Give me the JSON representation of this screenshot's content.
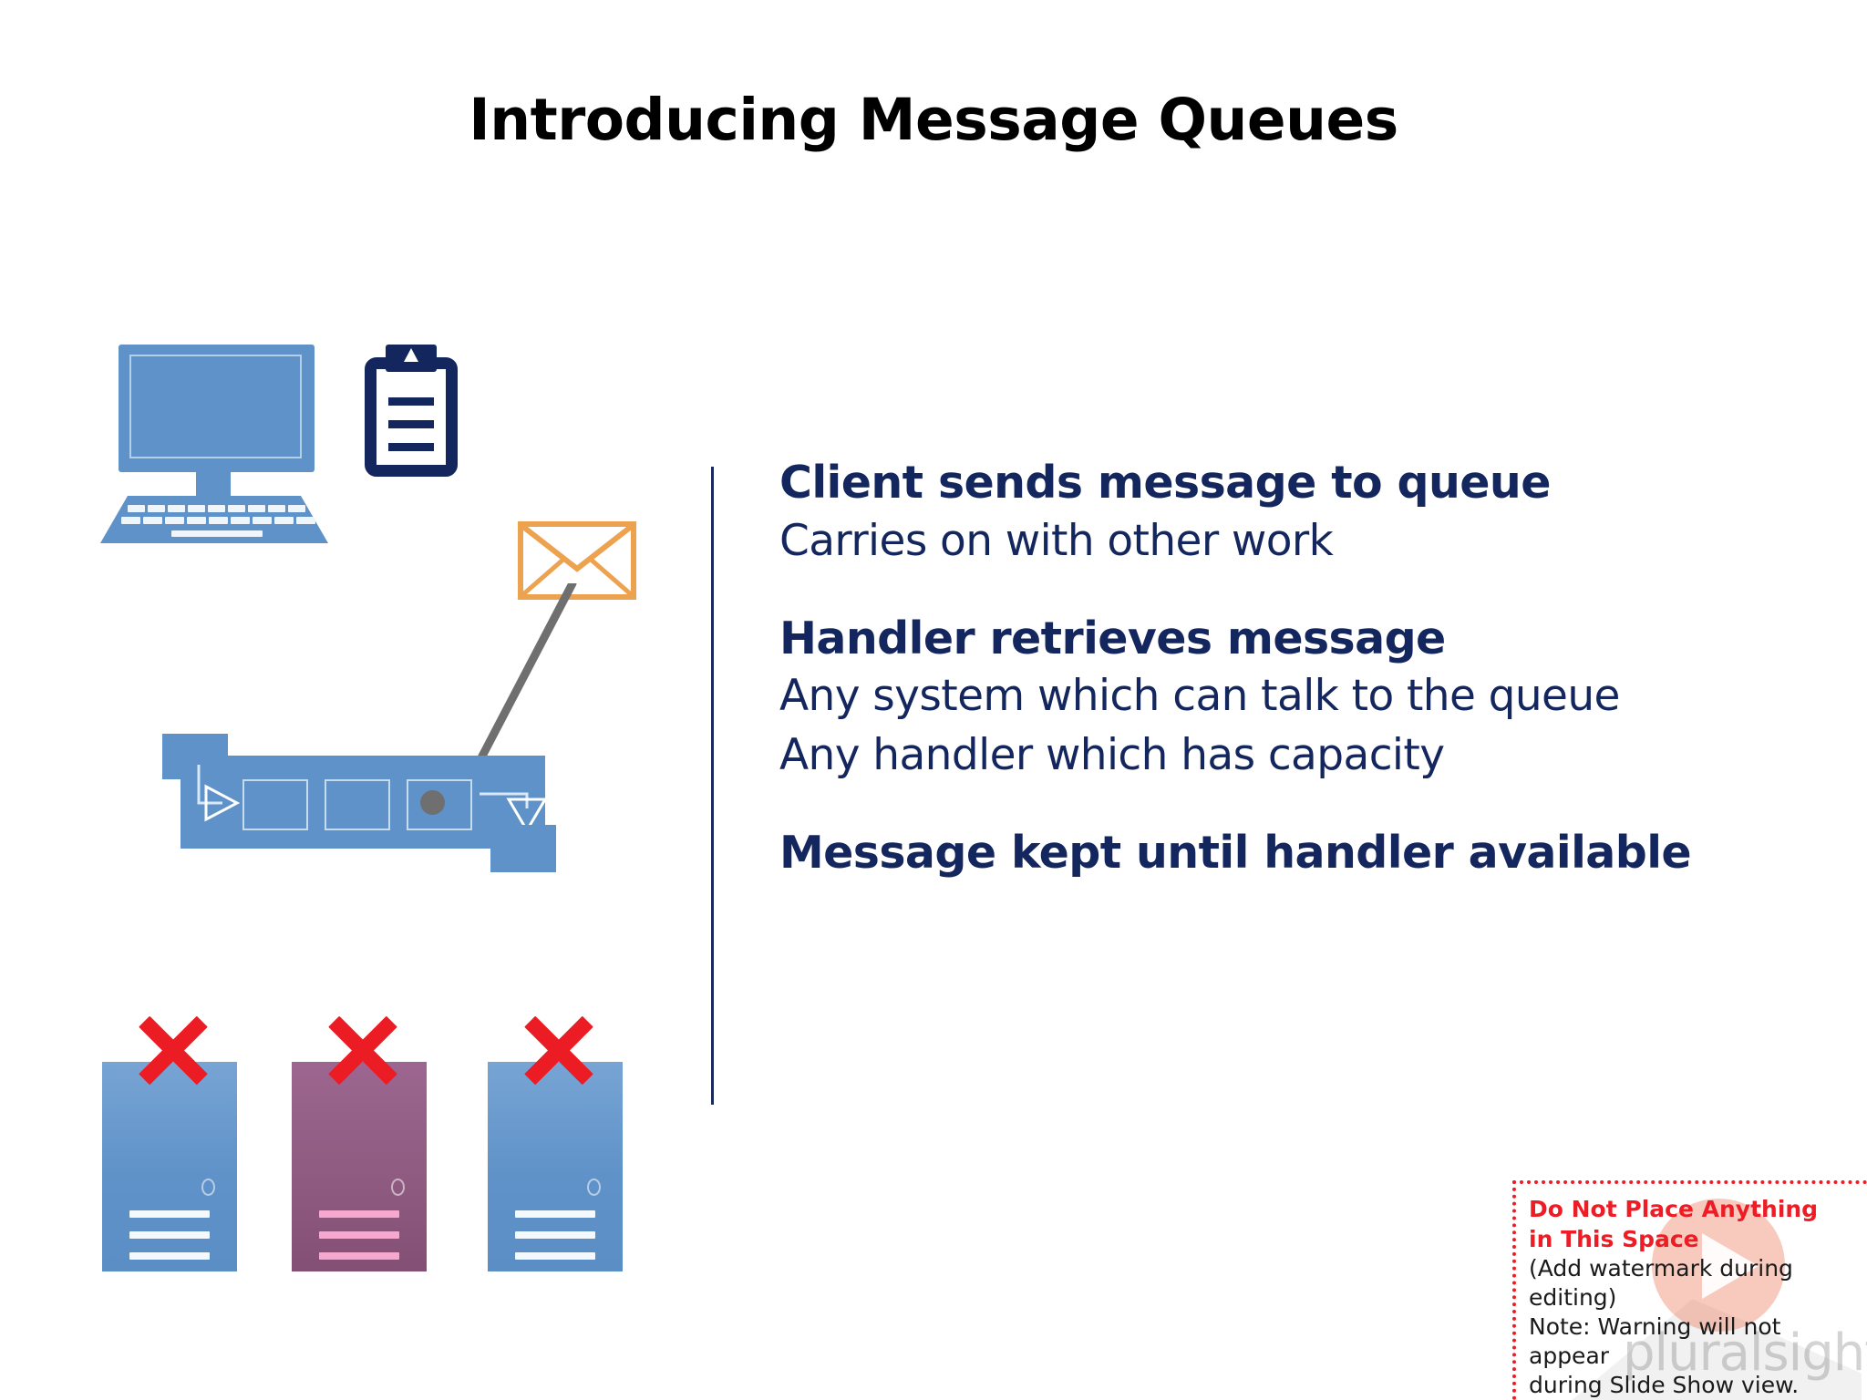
{
  "slide": {
    "title": "Introducing Message Queues",
    "background_color": "#ffffff"
  },
  "colors": {
    "navy_text": "#14265e",
    "title_black": "#000000",
    "icon_blue": "#5f92c8",
    "server_blue": "#5f92c8",
    "server_purple": "#8f5b80",
    "envelope_orange": "#eda24f",
    "x_red": "#ec1c24",
    "warning_red": "#ee1c25",
    "connector_gray": "#6f6f6f",
    "slot_outline": "#c5dbef",
    "pink_line": "#f7a8cf"
  },
  "bullets": [
    {
      "heading": "Client sends message to queue",
      "subpoints": [
        "Carries on with other work"
      ]
    },
    {
      "heading": "Handler retrieves message",
      "subpoints": [
        "Any system which can talk to the queue",
        "Any handler which has capacity"
      ]
    },
    {
      "heading": "Message kept until handler available",
      "subpoints": []
    }
  ],
  "diagram": {
    "computer": {
      "icon": "desktop-computer-icon",
      "color": "#5f92c8"
    },
    "clipboard": {
      "icon": "clipboard-icon",
      "color": "#14265e",
      "line_count": 3
    },
    "envelope": {
      "icon": "envelope-icon",
      "color": "#eda24f"
    },
    "connector": {
      "icon": "connector-line",
      "color": "#6f6f6f"
    },
    "queue": {
      "icon": "message-queue-icon",
      "color": "#5f92c8",
      "slot_count": 3,
      "has_input_arrow": true,
      "has_output_arrow": true
    },
    "servers": [
      {
        "name": "server-1",
        "color": "#5f92c8",
        "line_color": "#f4f9fd",
        "crossed_out": true
      },
      {
        "name": "server-2",
        "color": "#8f5b80",
        "line_color": "#f7a8cf",
        "crossed_out": true
      },
      {
        "name": "server-3",
        "color": "#5f92c8",
        "line_color": "#f4f9fd",
        "crossed_out": true
      }
    ]
  },
  "warning": {
    "bold_lines": [
      "Do Not Place Anything",
      "in This Space"
    ],
    "plain_lines": [
      "(Add watermark during",
      "editing)",
      "Note:  Warning will not appear",
      "during Slide Show view."
    ]
  },
  "watermark": {
    "wordmark": "pluralsight",
    "play_icon": "play-button-icon"
  }
}
